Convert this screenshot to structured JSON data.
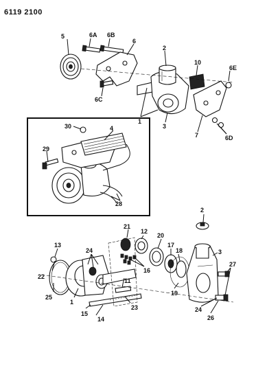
{
  "header": {
    "part_number": "6119 2100"
  },
  "callouts": {
    "top": {
      "c5": "5",
      "c6A": "6A",
      "c6B": "6B",
      "c6": "6",
      "c2": "2",
      "c10": "10",
      "c6E": "6E",
      "c6C": "6C",
      "c1": "1",
      "c3": "3",
      "c7": "7",
      "c6D": "6D"
    },
    "inset": {
      "c30": "30",
      "c4": "4",
      "c29": "29",
      "c28": "28"
    },
    "bottom": {
      "c2": "2",
      "c21": "21",
      "c12": "12",
      "c20": "20",
      "c17": "17",
      "c18": "18",
      "c3": "3",
      "c27": "27",
      "c13": "13",
      "c24a": "24",
      "c22": "22",
      "c25": "25",
      "c1": "1",
      "c16": "16",
      "c19": "19",
      "c11": "11",
      "c23": "23",
      "c15": "15",
      "c14": "14",
      "c24b": "24",
      "c26": "26"
    }
  }
}
